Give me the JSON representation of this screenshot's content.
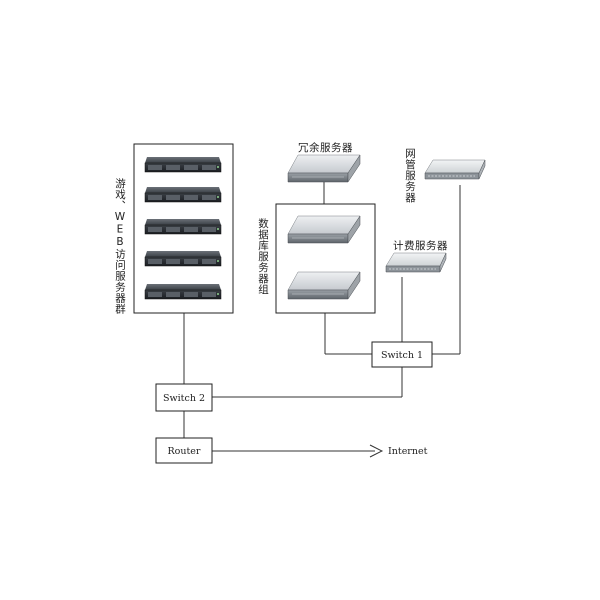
{
  "nodes": {
    "switch1": "Switch 1",
    "switch2": "Switch 2",
    "router": "Router",
    "internet": "Internet"
  },
  "groups": {
    "web_servers": "游戏、WEB访问服务器群",
    "database_servers": "数据库服务器组",
    "redundant_server": "冗余服务器",
    "network_mgmt_server": "网管服务器",
    "billing_server": "计费服务器"
  },
  "icons": {
    "rack_server": "rack-server-icon",
    "blade_server": "blade-server-icon",
    "arrow": "arrow-right-icon"
  },
  "colors": {
    "line": "#333333",
    "server_body": "#d6d9dc",
    "rack_server_body": "#2d3136"
  }
}
